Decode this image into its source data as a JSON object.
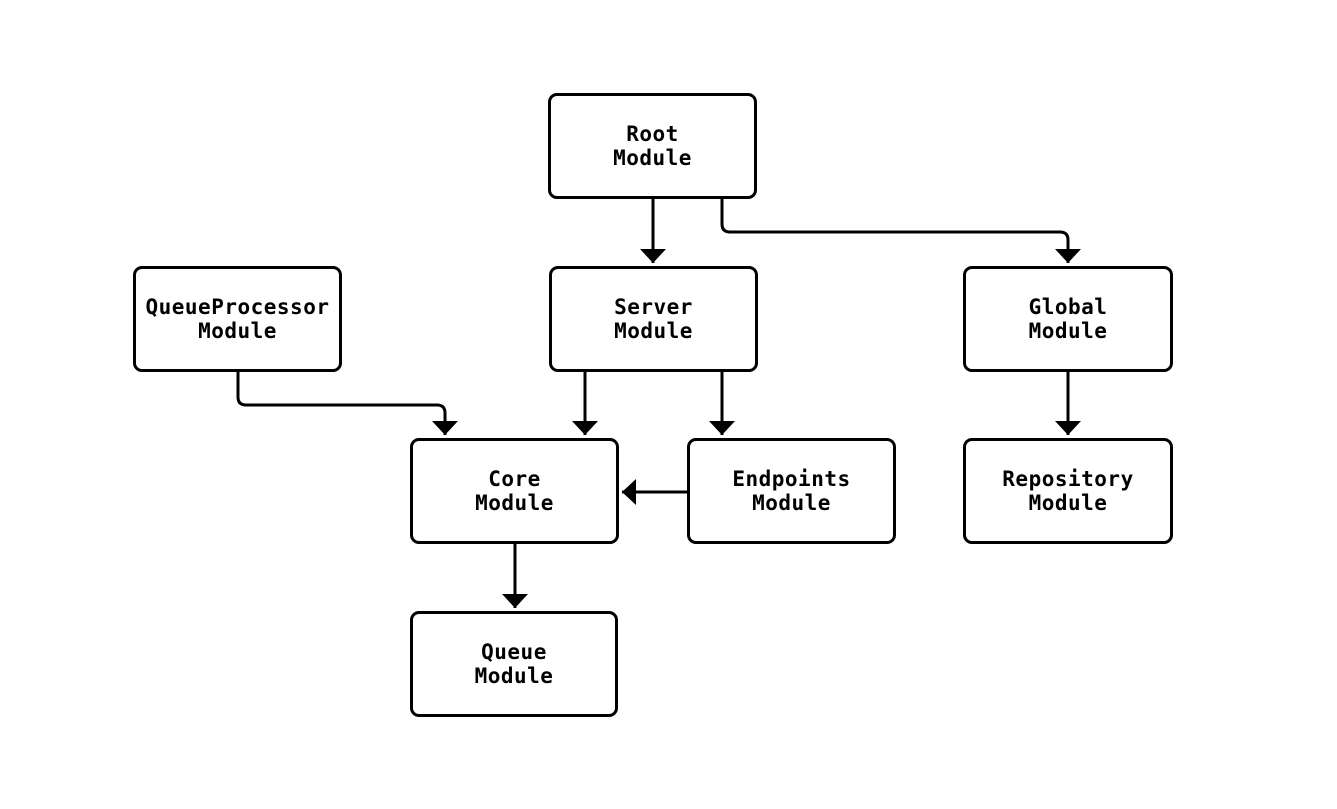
{
  "diagram": {
    "type": "flowchart",
    "background_color": "#ffffff",
    "node_border_color": "#000000",
    "node_fill_color": "#ffffff",
    "edge_color": "#000000",
    "nodes": {
      "root": {
        "label": "Root\nModule"
      },
      "queue_processor": {
        "label": "QueueProcessor\nModule"
      },
      "server": {
        "label": "Server\nModule"
      },
      "global": {
        "label": "Global\nModule"
      },
      "core": {
        "label": "Core\nModule"
      },
      "endpoints": {
        "label": "Endpoints\nModule"
      },
      "repository": {
        "label": "Repository\nModule"
      },
      "queue": {
        "label": "Queue\nModule"
      }
    },
    "edges": [
      {
        "from": "Root Module",
        "to": "Server Module"
      },
      {
        "from": "Root Module",
        "to": "Global Module"
      },
      {
        "from": "QueueProcessor Module",
        "to": "Core Module"
      },
      {
        "from": "Server Module",
        "to": "Core Module"
      },
      {
        "from": "Server Module",
        "to": "Endpoints Module"
      },
      {
        "from": "Endpoints Module",
        "to": "Core Module"
      },
      {
        "from": "Core Module",
        "to": "Queue Module"
      },
      {
        "from": "Global Module",
        "to": "Repository Module"
      }
    ]
  }
}
